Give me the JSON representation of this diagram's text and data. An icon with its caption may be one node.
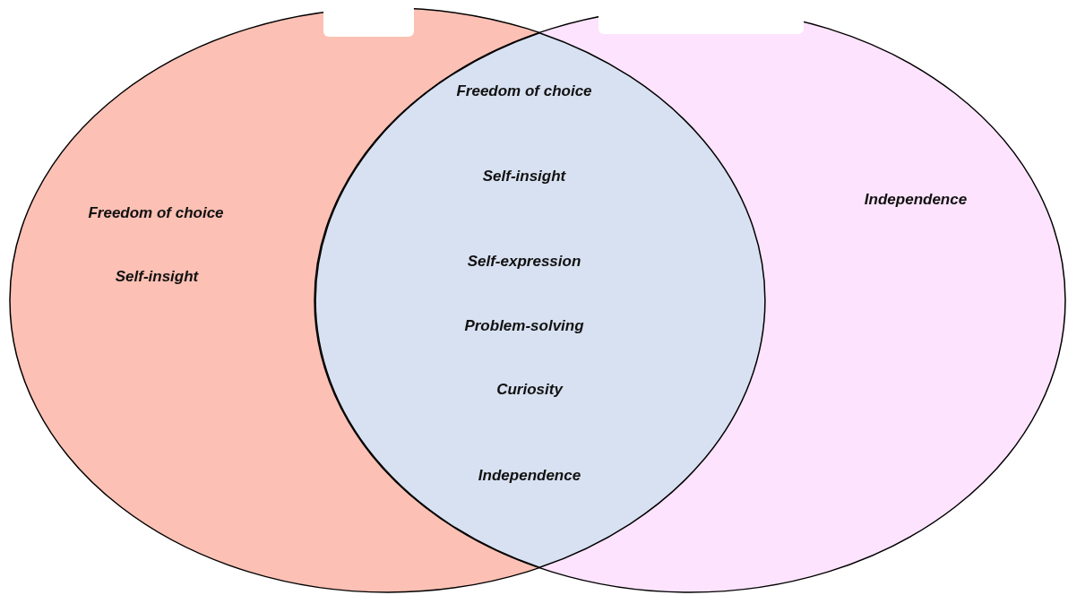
{
  "diagram": {
    "nodes": [
      {
        "text": [
          "Freedom of choice",
          "Self-insight"
        ]
      },
      {
        "text": [
          "Independence"
        ]
      },
      {
        "text": [
          "Freedom of choice",
          "Self-insight",
          "Self-expression",
          "Problem-solving",
          "Curiosity",
          "Independence"
        ]
      }
    ]
  }
}
